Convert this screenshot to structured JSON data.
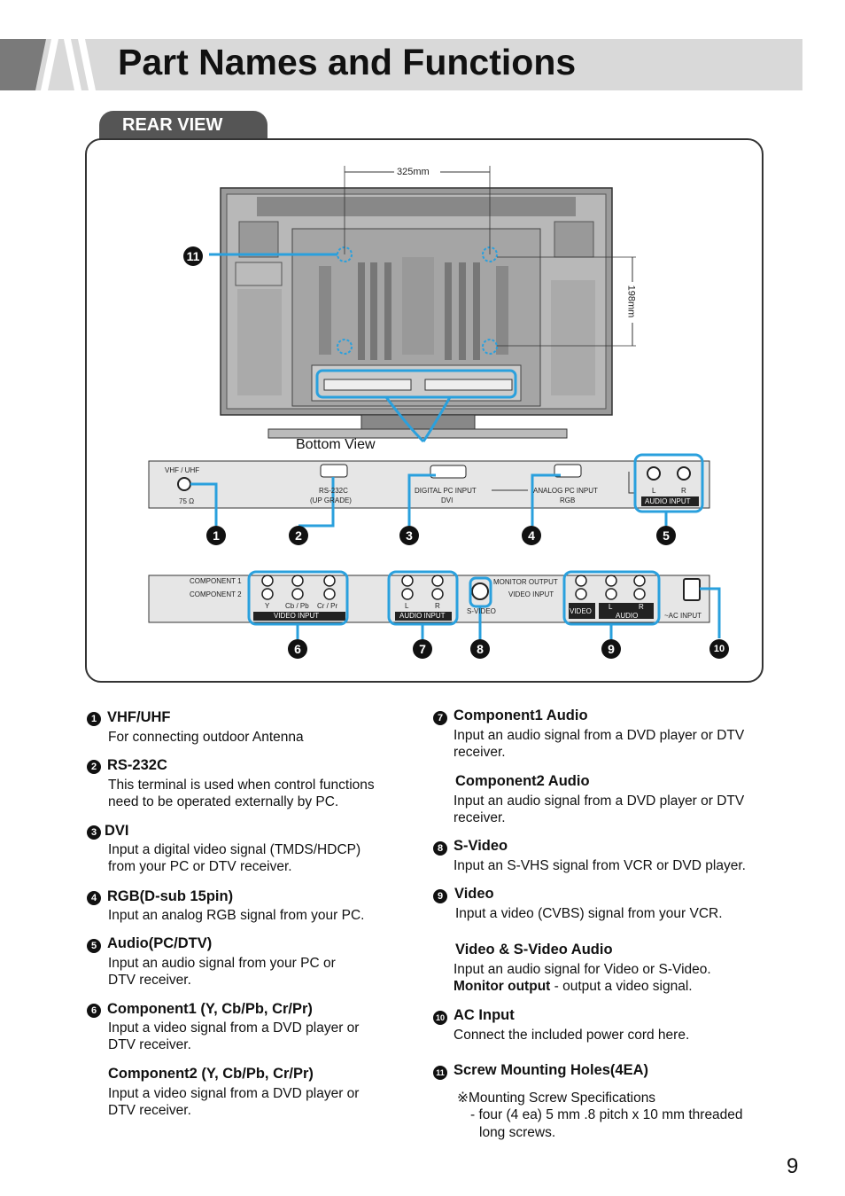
{
  "header": {
    "title": "Part Names and Functions"
  },
  "section_tab": "REAR VIEW",
  "diagram": {
    "dimension_width": "325mm",
    "dimension_height": "198mm",
    "bottom_view_label": "Bottom View",
    "panel1": {
      "vhf_uhf": "VHF / UHF",
      "ohm": "75 Ω",
      "rs232c": "RS-232C",
      "upgrade": "(UP GRADE)",
      "digital_pc_input": "DIGITAL PC INPUT",
      "dvi": "DVI",
      "analog_pc_input": "ANALOG PC INPUT",
      "rgb": "RGB",
      "l": "L",
      "r": "R",
      "audio_input": "AUDIO  INPUT"
    },
    "panel2": {
      "component1": "COMPONENT  1",
      "component2": "COMPONENT  2",
      "y": "Y",
      "cbpb": "Cb / Pb",
      "crpr": "Cr / Pr",
      "video_input": "VIDEO  INPUT",
      "l": "L",
      "r": "R",
      "audio_input": "AUDIO  INPUT",
      "svideo": "S-VIDEO",
      "monitor_output": "MONITOR OUTPUT",
      "video_input2": "VIDEO  INPUT",
      "video": "VIDEO",
      "l2": "L",
      "r2": "R",
      "audio": "AUDIO",
      "ac_input": "~AC INPUT"
    },
    "callouts": [
      "❶",
      "❷",
      "❸",
      "❹",
      "❺",
      "❻",
      "❼",
      "❽",
      "❾",
      "❿",
      "⓫"
    ]
  },
  "items": {
    "i1": {
      "num": "1",
      "title": "VHF/UHF",
      "text": "For connecting outdoor Antenna"
    },
    "i2": {
      "num": "2",
      "title": "RS-232C",
      "text1": "This terminal is used when control functions",
      "text2": "need to be operated externally by PC."
    },
    "i3": {
      "num": "3",
      "title": "DVI",
      "text1": "Input a digital video signal (TMDS/HDCP)",
      "text2": "from your PC or DTV receiver."
    },
    "i4": {
      "num": "4",
      "title": "RGB(D-sub 15pin)",
      "text": "Input an analog RGB signal from your PC."
    },
    "i5": {
      "num": "5",
      "title": "Audio(PC/DTV)",
      "text1": "Input an audio signal from your PC or",
      "text2": "DTV receiver."
    },
    "i6": {
      "num": "6",
      "title": "Component1 (Y, Cb/Pb, Cr/Pr)",
      "text1": "Input a video signal from a DVD player or",
      "text2": "DTV receiver.",
      "title2": "Component2 (Y, Cb/Pb, Cr/Pr)",
      "text3": "Input a video signal from a DVD player or",
      "text4": "DTV receiver."
    },
    "i7": {
      "num": "7",
      "title": "Component1 Audio",
      "text1": "Input an audio signal from a DVD player or DTV",
      "text2": "receiver.",
      "title2": "Component2 Audio",
      "text3": "Input an audio signal from a DVD player or DTV",
      "text4": "receiver."
    },
    "i8": {
      "num": "8",
      "title": "S-Video",
      "text": "Input an S-VHS signal from VCR or DVD  player."
    },
    "i9": {
      "num": "9",
      "title": "Video",
      "text": "Input a video (CVBS) signal from your VCR.",
      "title2": "Video & S-Video Audio",
      "text2": "Input an audio signal for Video or S-Video.",
      "bold3": "Monitor output",
      "text3": " - output a video signal."
    },
    "i10": {
      "num": "10",
      "title": "AC Input",
      "text": "Connect the included power cord here."
    },
    "i11": {
      "num": "11",
      "title": "Screw Mounting Holes(4EA)",
      "text1": "※Mounting Screw Specifications",
      "text2": "- four (4 ea) 5 mm .8 pitch x 10 mm threaded",
      "text3": "long screws."
    }
  },
  "page_number": "9"
}
